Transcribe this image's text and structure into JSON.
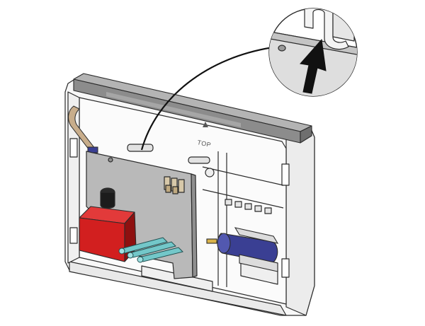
{
  "diagram": {
    "labels": {
      "top_marking": "TOP"
    },
    "colors": {
      "housing": "#f7f7f7",
      "housing_stroke": "#2b2b2b",
      "rail": "#8c8c8c",
      "board": "#b9b9b9",
      "relay": "#d21f1f",
      "relay_dark": "#8e1010",
      "battery": "#3a3f93",
      "battery_cap": "#d9d9d9",
      "terminals": "#73c7c9",
      "ribbon": "#c8ad8b",
      "arrow": "#111111",
      "connector": "#1a1a1a"
    },
    "icons": {
      "detail": "magnifier-callout",
      "arrow": "up-arrow"
    }
  }
}
